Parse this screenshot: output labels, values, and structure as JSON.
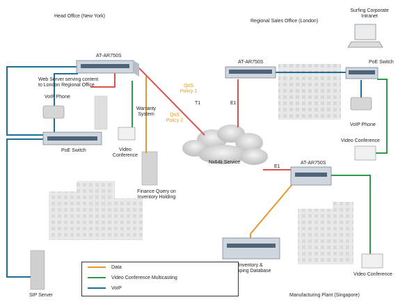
{
  "labels": {
    "head_office": "Head Office (New York)",
    "regional_office": "Regional Sales Office (London)",
    "surfing_line1": "Surfing Corporate",
    "surfing_line2": "Intranet",
    "router_hq": "AT-AR750S",
    "router_london": "AT-AR750S",
    "router_sg": "AT-AR750S",
    "poe_switch_hq": "PoE Switch",
    "poe_switch_london": "PoE Switch",
    "web_server_line1": "Web Server serving content",
    "web_server_line2": "to London Regional Office",
    "voip_phone_hq": "VoIP Phone",
    "voip_phone_london": "VoIP Phone",
    "qos1_line1": "QoS",
    "qos1_line2": "Policy 1",
    "qos2_line1": "QoS",
    "qos2_line2": "Policy 2",
    "t1": "T1",
    "e1_london": "E1",
    "e1_sg": "E1",
    "warranty_line1": "Warranty",
    "warranty_line2": "System",
    "video_conf_hq_line1": "Video",
    "video_conf_hq_line2": "Conference",
    "video_conf_london": "Video Conference",
    "video_conf_sg": "Video Conference",
    "nx64k": "Nx64k Service",
    "finance_line1": "Finance Query on",
    "finance_line2": "Inventory Holding",
    "inventory_line1": "Inventory &",
    "inventory_line2": "Shipping Database",
    "sip_server": "SIP Server",
    "manufacturing": "Manufacturing Plant (Singapore)"
  },
  "legend": {
    "data": "Data",
    "video": "Video Conference Multicasting",
    "voip": "VoIP"
  },
  "colors": {
    "data": "#e8962e",
    "video": "#2e9a4a",
    "voip": "#1f6f94",
    "wan": "#d9534f",
    "qos": "#e89a2a"
  }
}
